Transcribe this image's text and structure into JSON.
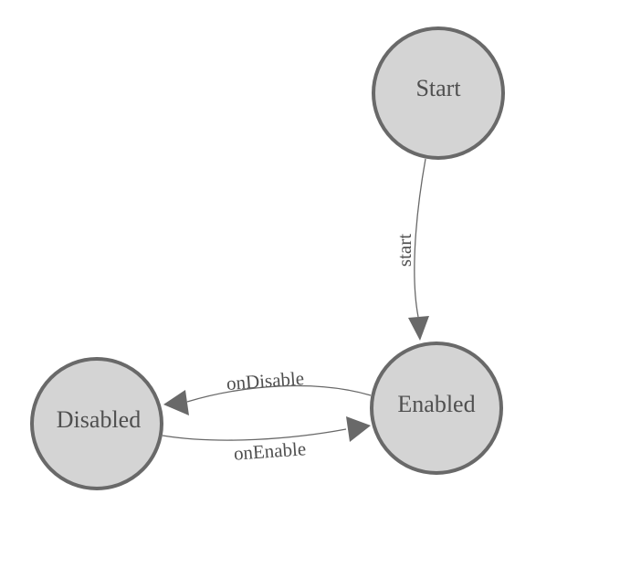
{
  "diagram": {
    "type": "state-machine-graph",
    "nodes": {
      "start": {
        "label": "Start"
      },
      "enabled": {
        "label": "Enabled"
      },
      "disabled": {
        "label": "Disabled"
      }
    },
    "edges": {
      "start_transition": {
        "label": "start",
        "from": "Start",
        "to": "Enabled"
      },
      "on_disable": {
        "label": "onDisable",
        "from": "Enabled",
        "to": "Disabled"
      },
      "on_enable": {
        "label": "onEnable",
        "from": "Disabled",
        "to": "Enabled"
      }
    },
    "colors": {
      "background": "#ffffff",
      "node_fill": "#d4d4d4",
      "node_border": "#696969",
      "edge": "#696969",
      "arrow_fill": "#696969",
      "text": "#4f4f4f"
    }
  }
}
